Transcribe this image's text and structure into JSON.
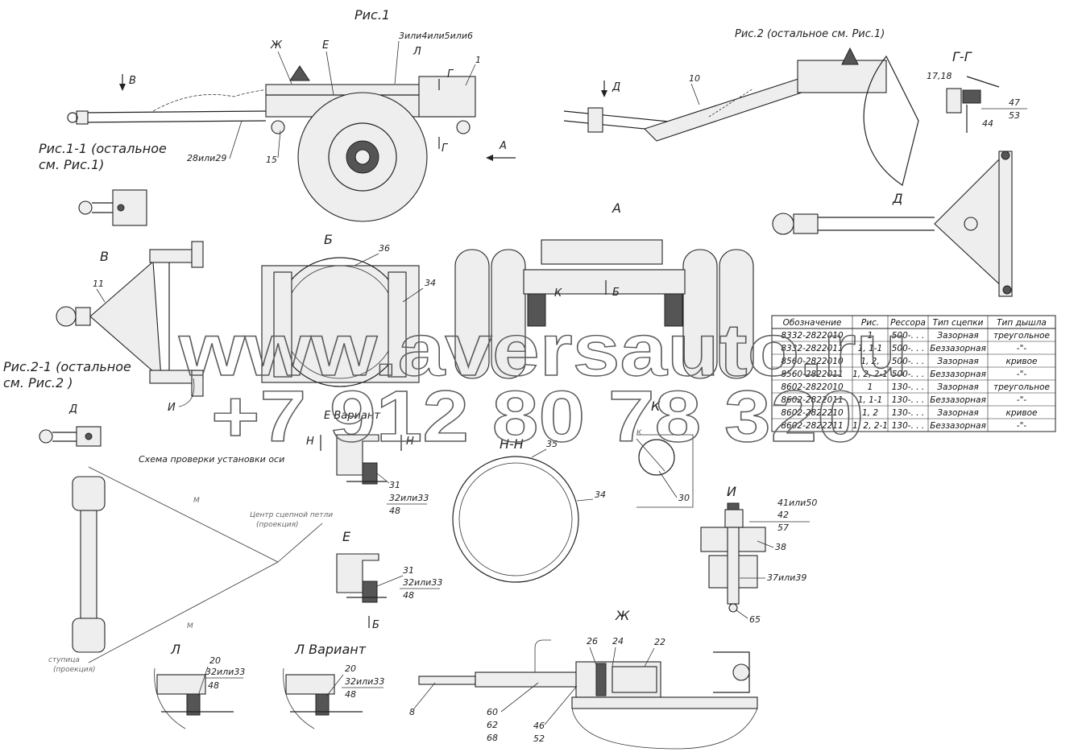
{
  "views": {
    "fig1": "Рис.1",
    "fig2": "Рис.2 (остальное см. Рис.1)",
    "fig1_1_line1": "Рис.1-1 (остальное",
    "fig1_1_line2": "см. Рис.1)",
    "fig2_1_line1": "Рис.2-1 (остальное",
    "fig2_1_line2": "см. Рис.2 )",
    "GG": "Г-Г",
    "D_top": "Д",
    "D_left": "Д",
    "A": "А",
    "B": "Б",
    "V": "В",
    "E_variant": "Е Вариант",
    "E": "Е",
    "K": "К",
    "NN": "Н-Н",
    "I": "И",
    "L": "Л",
    "L_variant": "Л Вариант",
    "Zh": "Ж",
    "scheme": "Схема проверки установки оси"
  },
  "callouts": {
    "c3456": "3или4или5или6",
    "c1": "1",
    "c28": "28или29",
    "c15": "15",
    "c10": "10",
    "c1718": "17,18",
    "c47": "47",
    "c53": "53",
    "c44": "44",
    "c36": "36",
    "c34a": "34",
    "c11": "11",
    "c31a": "31",
    "c3233a": "32или33",
    "c48a": "48",
    "c35": "35",
    "c34b": "34",
    "c30": "30",
    "c4150": "41или50",
    "c42": "42",
    "c57": "57",
    "c38": "38",
    "c3739": "37или39",
    "c65": "65",
    "c31b": "31",
    "c3233b": "32или33",
    "c48b": "48",
    "c20a": "20",
    "c3233c": "32или33",
    "c48c": "48",
    "c20b": "20",
    "c3233d": "32или33",
    "c48d": "48",
    "c26": "26",
    "c24": "24",
    "c22": "22",
    "c8": "8",
    "c60": "60",
    "c62": "62",
    "c68": "68",
    "c46": "46",
    "c52": "52"
  },
  "markers": {
    "arrow_V": "В",
    "arrow_E": "Е",
    "arrow_Zh": "Ж",
    "arrow_L": "Л",
    "arrow_G_top": "Г",
    "arrow_G_bot": "Г",
    "arrow_A": "А",
    "arrow_D": "Д",
    "arrow_K": "К",
    "arrow_B": "Б",
    "arrow_I": "И",
    "arrow_N1": "Н",
    "arrow_N2": "Н",
    "arrow_B2": "Б"
  },
  "scheme_notes": {
    "center": "Центр сцепной петли",
    "center2": "(проекция)",
    "hub": "ступица",
    "hub2": "(проекция)",
    "M1": "М",
    "M2": "М",
    "K_dim": "К"
  },
  "table": {
    "headers": [
      "Обозначение",
      "Рис.",
      "Рессора",
      "Тип сцепки",
      "Тип дышла"
    ],
    "rows": [
      [
        "8332-2822010",
        "1",
        "500-. . .",
        "Зазорная",
        "треугольное"
      ],
      [
        "8332-2822011",
        "1, 1-1",
        "500-. . .",
        "Беззазорная",
        "-\"-"
      ],
      [
        "8560-2822010",
        "1, 2,",
        "500-. . .",
        "Зазорная",
        "кривое"
      ],
      [
        "8560-2822011",
        "1, 2, 2-1",
        "500-. . .",
        "Беззазорная",
        "-\"-"
      ],
      [
        "8602-2822010",
        "1",
        "130-. . .",
        "Зазорная",
        "треугольное"
      ],
      [
        "8602-2822011",
        "1, 1-1",
        "130-. . .",
        "Беззазорная",
        "-\"-"
      ],
      [
        "8602-2822210",
        "1, 2",
        "130-. . .",
        "Зазорная",
        "кривое"
      ],
      [
        "8602-2822211",
        "1, 2, 2-1",
        "130-. . .",
        "Беззазорная",
        "-\"-"
      ]
    ]
  },
  "watermark": {
    "site": "www.aversauto.ru",
    "phone": "+7 912 80 78 320"
  }
}
